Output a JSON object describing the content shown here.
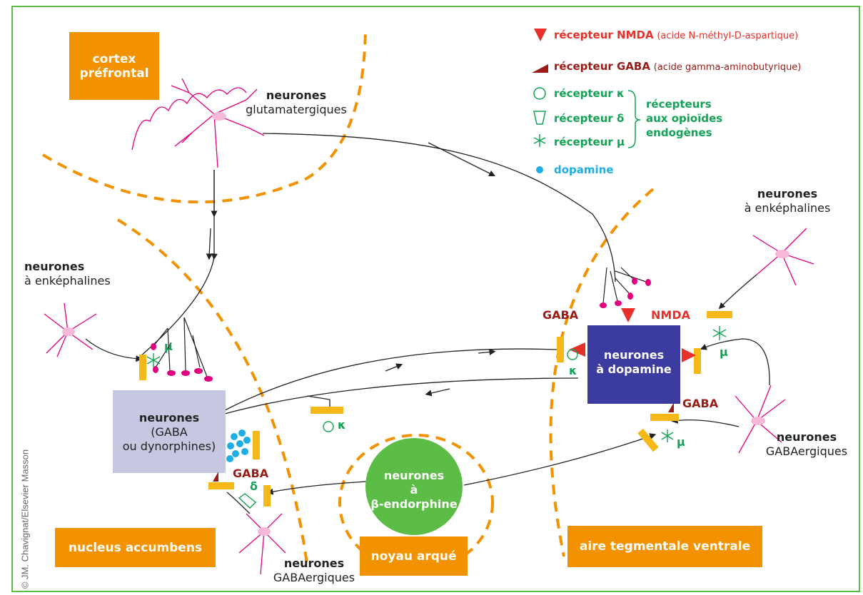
{
  "regions": {
    "cortex": "cortex\npréfrontal",
    "nucleus": "nucleus accumbens",
    "noyau": "noyau arqué",
    "aire": "aire tegmentale ventrale"
  },
  "labels": {
    "glut_bold": "neurones",
    "glut_sub": "glutamatergiques",
    "enk_left_bold": "neurones",
    "enk_left_sub": "à enképhalines",
    "enk_right_bold": "neurones",
    "enk_right_sub": "à enképhalines",
    "gaba_dyn_bold": "neurones",
    "gaba_dyn_sub": "(GABA\nou dynorphines)",
    "dopa_box": "neurones\nà dopamine",
    "beta_endo": "neurones\nà\nβ-endorphine",
    "gabaerg_right_bold": "neurones",
    "gabaerg_right_sub": "GABAergiques",
    "gabaerg_bottom_bold": "neurones",
    "gabaerg_bottom_sub": "GABAergiques"
  },
  "tags": {
    "gaba_top": "GABA",
    "nmda": "NMDA",
    "gaba_mid": "GABA",
    "gaba_left": "GABA",
    "mu_left": "µ",
    "kappa_dop": "κ",
    "mu_dop": "µ",
    "mu_gaba": "µ",
    "kappa_mid": "κ",
    "delta_left": "δ"
  },
  "legend": {
    "nmda_bold": "récepteur NMDA",
    "nmda_sub": "(acide N-méthyl-D-aspartique)",
    "gaba_bold": "récepteur GABA",
    "gaba_sub": "(acide gamma-aminobutyrique)",
    "kappa": "récepteur κ",
    "delta": "récepteur δ",
    "mu": "récepteur µ",
    "opioid_group": "récepteurs\naux opioïdes\nendogènes",
    "dopamine": "dopamine"
  },
  "credit": "© JM. Chavignat/Elsevier Masson",
  "colors": {
    "orange": "#f39200",
    "green": "#5bbd45",
    "blue": "#3c3ca0",
    "lavender": "#c5c8e0",
    "red": "#e8302a",
    "darkred": "#9b1b17",
    "opioid_green": "#13a355",
    "cyan": "#1eaee6",
    "yellow": "#f6b817",
    "pink": "#e3007e"
  }
}
